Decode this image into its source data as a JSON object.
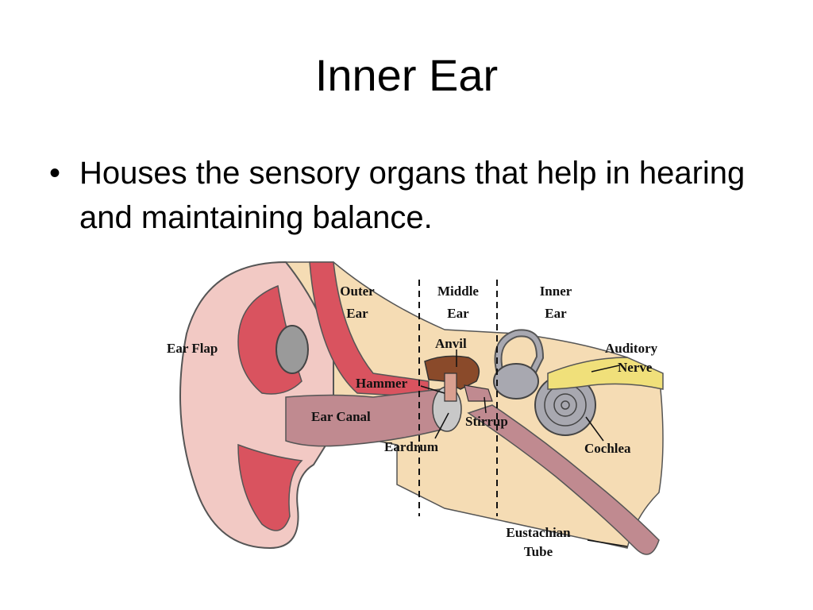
{
  "slide": {
    "title": "Inner Ear",
    "bullets": [
      "Houses the sensory organs that help in hearing and maintaining balance."
    ]
  },
  "diagram": {
    "labels": {
      "outer_ear_1": "Outer",
      "outer_ear_2": "Ear",
      "middle_ear_1": "Middle",
      "middle_ear_2": "Ear",
      "inner_ear_1": "Inner",
      "inner_ear_2": "Ear",
      "ear_flap": "Ear Flap",
      "anvil": "Anvil",
      "auditory_nerve_1": "Auditory",
      "auditory_nerve_2": "Nerve",
      "hammer": "Hammer",
      "ear_canal": "Ear Canal",
      "stirrup": "Stirrup",
      "eardrum": "Eardrum",
      "cochlea": "Cochlea",
      "eustachian_tube_1": "Eustachian",
      "eustachian_tube_2": "Tube"
    },
    "colors": {
      "skin": "#f2c9c4",
      "flesh_red": "#d9535f",
      "canal": "#c08a90",
      "bone": "#f5dcb4",
      "cartilage": "#f7ecc4",
      "ossicle": "#8a4a2a",
      "cochlea": "#a8a8b0",
      "nerve": "#f0e07a"
    }
  }
}
